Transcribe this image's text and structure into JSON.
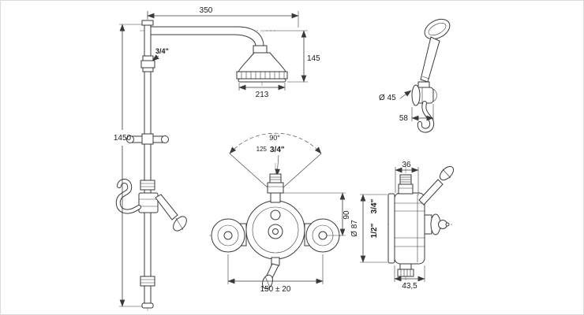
{
  "canvas": {
    "background": "#ffffff",
    "ink": "#3a3a3a",
    "border": "#dcdcdc"
  },
  "riser": {
    "arm_length": "350",
    "inlet_thread": "3/4\"",
    "head_drop": "145",
    "head_diameter": "213",
    "rail_height": "1450"
  },
  "valve_front": {
    "swing_angle": "90°",
    "lever_radius": "125",
    "top_thread": "3/4\"",
    "height": "90",
    "centres": "150 ± 20"
  },
  "hand_shower": {
    "bracket_diameter": "Ø 45",
    "bracket_depth": "58"
  },
  "valve_side": {
    "top_depth": "36",
    "body_diameter": "Ø 87",
    "inlet_thread": "3/4\"",
    "outlet_thread": "1/2\"",
    "bottom_depth": "43,5"
  }
}
